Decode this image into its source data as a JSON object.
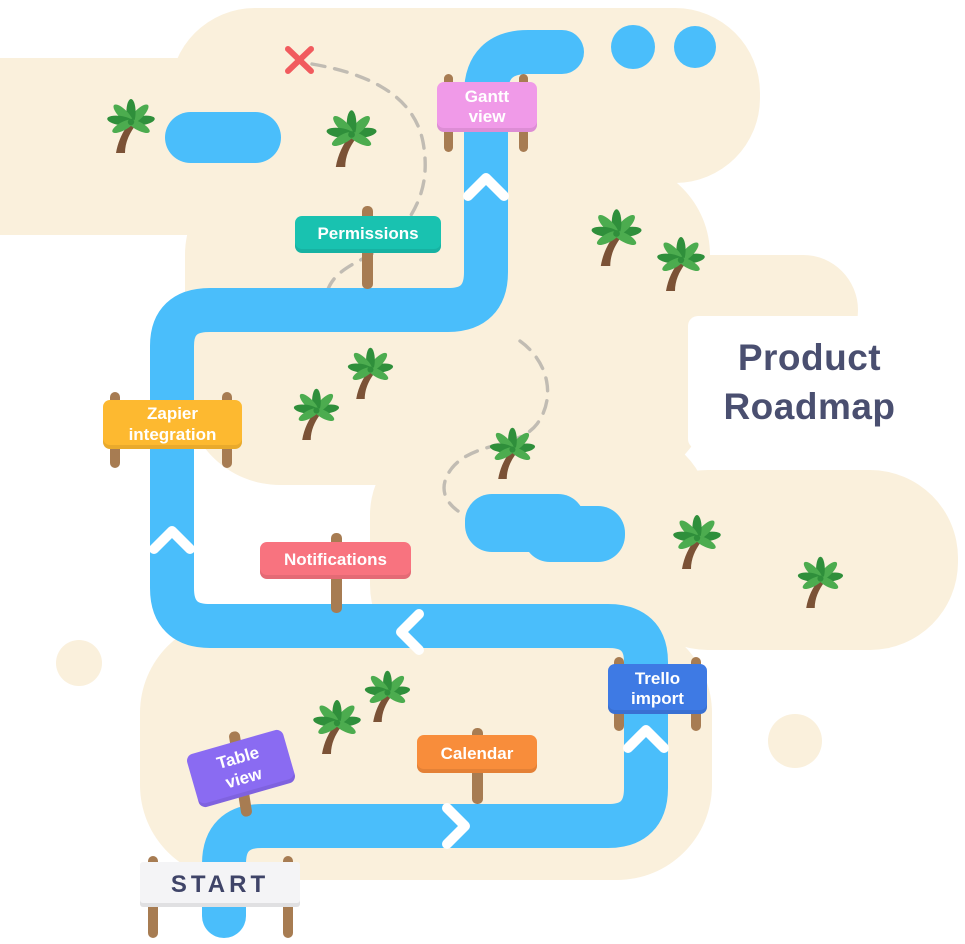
{
  "illustration": {
    "title": "Product\nRoadmap",
    "signs": [
      {
        "id": "start",
        "label": "START",
        "color": "#F4F4F6",
        "text_color": "#3F4468"
      },
      {
        "id": "table-view",
        "label": "Table\nview",
        "color": "#8A6BF2"
      },
      {
        "id": "calendar",
        "label": "Calendar",
        "color": "#F88D3B"
      },
      {
        "id": "trello-import",
        "label": "Trello\nimport",
        "color": "#3E7AE4"
      },
      {
        "id": "notifications",
        "label": "Notifications",
        "color": "#F8737F"
      },
      {
        "id": "zapier-integration",
        "label": "Zapier\nintegration",
        "color": "#FDB930"
      },
      {
        "id": "permissions",
        "label": "Permissions",
        "color": "#19C2B0"
      },
      {
        "id": "gantt-view",
        "label": "Gantt\nview",
        "color": "#F09AE8"
      }
    ],
    "colors": {
      "sand": "#FAF0DC",
      "river": "#4ABEFB",
      "post": "#A77C52",
      "trail": "#C1BCB3",
      "x_mark": "#F15B5E",
      "palm_green_dark": "#2F8F3B",
      "palm_green_light": "#4CAC4F",
      "palm_trunk": "#7B5236",
      "title_text": "#4A4F70",
      "chevron": "#FFFFFF"
    },
    "icons": [
      "palm-tree-icon",
      "x-marks-the-spot-icon",
      "direction-chevron-icon",
      "path-dot-icon",
      "lake-icon",
      "river-path",
      "dashed-trail"
    ]
  }
}
